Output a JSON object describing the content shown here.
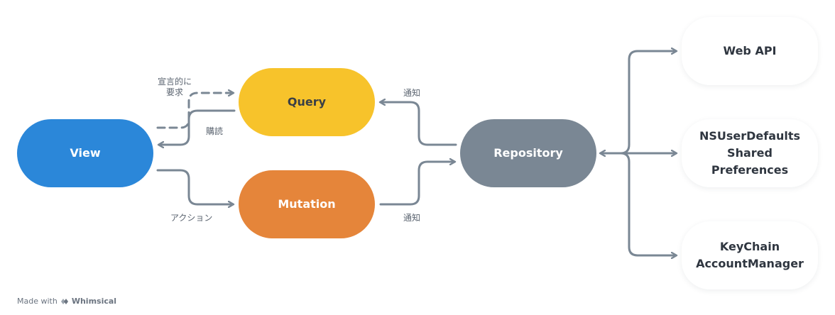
{
  "nodes": {
    "view": "View",
    "query": "Query",
    "mutation": "Mutation",
    "repository": "Repository",
    "web_api": "Web API",
    "nsuserdefaults_line1": "NSUserDefaults",
    "nsuserdefaults_line2": "Shared Preferences",
    "keychain_line1": "KeyChain",
    "keychain_line2": "AccountManager"
  },
  "edge_labels": {
    "declarative_request_line1": "宣言的に",
    "declarative_request_line2": "要求",
    "subscribe": "購読",
    "action": "アクション",
    "notify_top": "通知",
    "notify_bottom": "通知"
  },
  "colors": {
    "view": "#2b87d9",
    "query": "#f7c32b",
    "mutation": "#e5853a",
    "repository": "#7a8794",
    "edge": "#7a8794"
  },
  "footer": {
    "made_with": "Made with",
    "brand": "Whimsical"
  }
}
